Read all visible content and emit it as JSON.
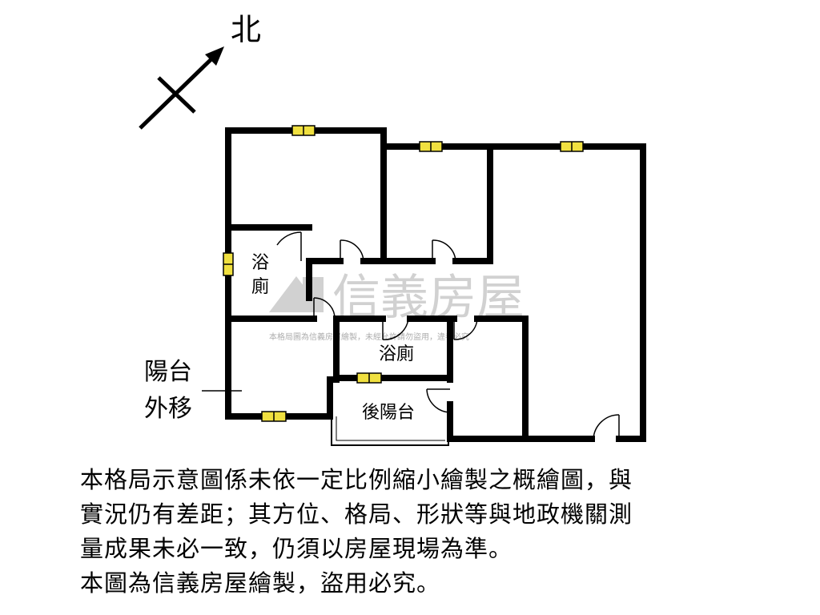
{
  "compass": {
    "label": "北"
  },
  "rooms": {
    "bath1": [
      "浴",
      "廁"
    ],
    "bath2": "浴廁",
    "rear_balcony": "後陽台"
  },
  "balcony_note": [
    "陽台",
    "外移"
  ],
  "watermark": {
    "brand": "信義房屋",
    "notice": "本格局圖為信義房屋繪製，未經允許請勿盜用，違者必究"
  },
  "disclaimer": [
    "本格局示意圖係未依一定比例縮小繪製之概繪圖，與",
    "實況仍有差距；其方位、格局、形狀等與地政機關測",
    "量成果未必一致，仍須以房屋現場為準。",
    "本圖為信義房屋繪製，盜用必究。"
  ],
  "colors": {
    "wall": "#000000",
    "window": "#f0e040",
    "watermark": "#9a9a9a"
  }
}
